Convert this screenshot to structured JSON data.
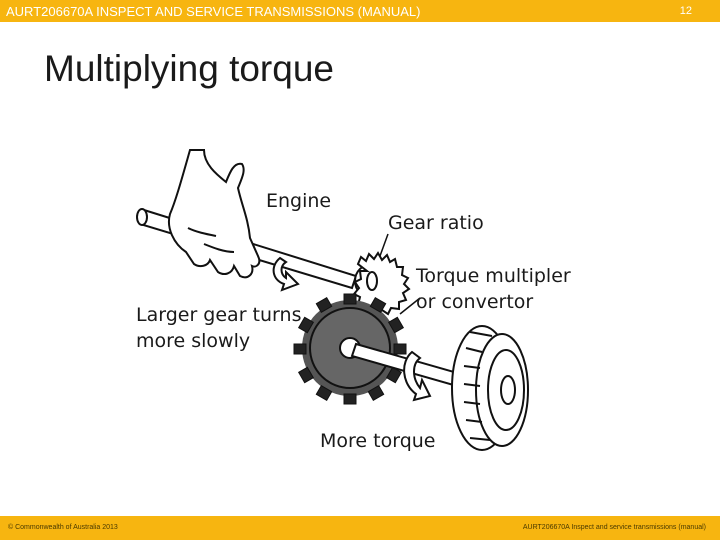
{
  "header": {
    "course_title": "AURT206670A  INSPECT AND SERVICE TRANSMISSIONS (MANUAL)",
    "slide_number": "12"
  },
  "slide": {
    "title": "Multiplying torque"
  },
  "diagram": {
    "labels": {
      "engine": "Engine",
      "gear_ratio": "Gear ratio",
      "torque_multiplier_line1": "Torque multipler",
      "torque_multiplier_line2": "or convertor",
      "larger_gear_line1": "Larger gear turns",
      "larger_gear_line2": "more slowly",
      "more_torque": "More torque"
    }
  },
  "footer": {
    "copyright": "© Commonwealth of Australia 2013",
    "course": "AURT206670A  Inspect and service transmissions (manual)"
  }
}
